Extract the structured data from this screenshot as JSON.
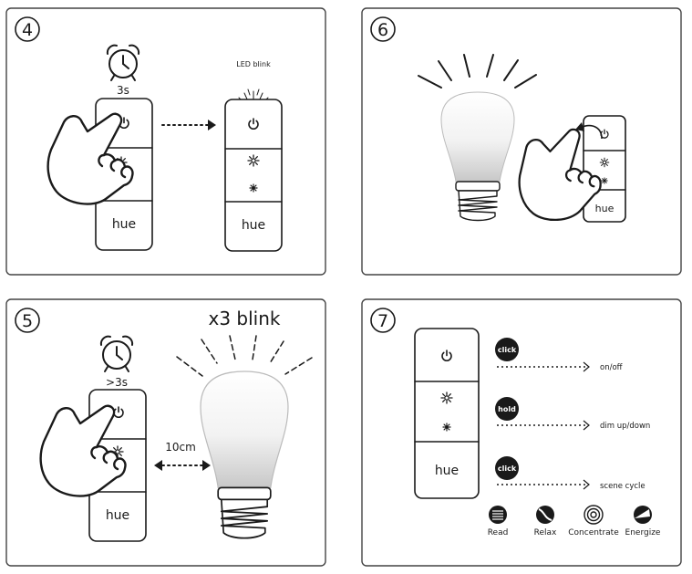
{
  "panels": {
    "step4": {
      "number": "4",
      "timer": "3s",
      "blink_label": "LED blink"
    },
    "step6": {
      "number": "6"
    },
    "step5": {
      "number": "5",
      "timer": ">3s",
      "blink_label": "x3 blink",
      "distance": "10cm"
    },
    "step7": {
      "number": "7"
    }
  },
  "remote": {
    "brand": "hue"
  },
  "step7": {
    "actions": [
      {
        "badge": "click",
        "label": "on/off"
      },
      {
        "badge": "hold",
        "label": "dim up/down"
      },
      {
        "badge": "click",
        "label": "scene cycle"
      }
    ],
    "scenes": [
      "Read",
      "Relax",
      "Concentrate",
      "Energize"
    ]
  },
  "icons": [
    "alarm-clock-icon",
    "power-icon",
    "brightness-up-icon",
    "brightness-down-icon",
    "pointing-hand-icon",
    "light-bulb-icon",
    "arrow-icon"
  ]
}
